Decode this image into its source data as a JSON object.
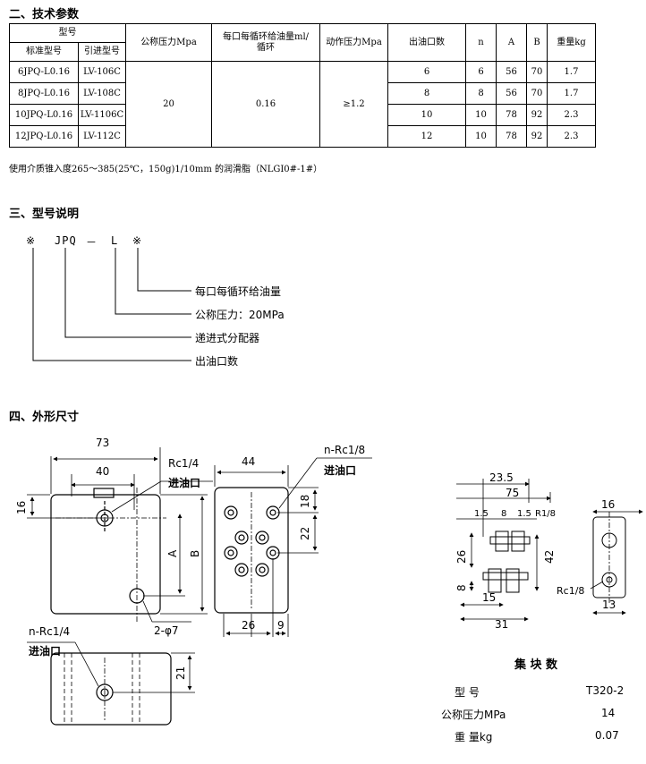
{
  "sections": {
    "tech_params": "二、技术参数",
    "model_desc": "三、型号说明",
    "dimensions": "四、外形尺寸"
  },
  "spec_table": {
    "header_model": "型号",
    "header_std_model": "标准型号",
    "header_ref_model": "引进型号",
    "header_pressure": "公称压力Mpa",
    "header_oil_line1": "每口每循环给油量ml/",
    "header_oil_line2": "循环",
    "header_action_pressure": "动作压力Mpa",
    "header_outlets": "出油口数",
    "header_n": "n",
    "header_a": "A",
    "header_b": "B",
    "header_weight": "重量kg",
    "pressure_value": "20",
    "oil_value": "0.16",
    "action_value": "≥1.2",
    "rows": [
      {
        "std": "6JPQ-L0.16",
        "ref": "LV-106C",
        "outlets": "6",
        "n": "6",
        "a": "56",
        "b": "70",
        "weight": "1.7"
      },
      {
        "std": "8JPQ-L0.16",
        "ref": "LV-108C",
        "outlets": "8",
        "n": "8",
        "a": "56",
        "b": "70",
        "weight": "1.7"
      },
      {
        "std": "10JPQ-L0.16",
        "ref": "LV-1106C",
        "outlets": "10",
        "n": "10",
        "a": "78",
        "b": "92",
        "weight": "2.3"
      },
      {
        "std": "12JPQ-L0.16",
        "ref": "LV-112C",
        "outlets": "12",
        "n": "10",
        "a": "78",
        "b": "92",
        "weight": "2.3"
      }
    ],
    "note": "使用介质锥入度265～385(25℃，150g)1/10mm 的润滑脂（NLGI0#-1#）"
  },
  "model_code": {
    "parts": [
      "※",
      "JPQ",
      "－",
      "L",
      "※"
    ],
    "legend": [
      "每口每循环给油量",
      "公称压力：20MPa",
      "递进式分配器",
      "出油口数"
    ]
  },
  "drawing_labels": {
    "d73": "73",
    "d40": "40",
    "d16": "16",
    "d44": "44",
    "d18": "18",
    "d22": "22",
    "d26": "26",
    "d9": "9",
    "d21": "21",
    "A": "A",
    "B": "B",
    "rc14": "Rc1/4",
    "inlet": "进油口",
    "nrc18": "n-Rc1/8",
    "holes": "2-φ7",
    "nrc14": "n-Rc1/4",
    "d235": "23.5",
    "d75": "75",
    "d15a": "1.5",
    "d8a": "8",
    "d15b": "1.5",
    "r18": "R1/8",
    "d26b": "26",
    "d42": "42",
    "d8b": "8",
    "d15": "15",
    "d31": "31",
    "rc18": "Rc1/8",
    "d16b": "16",
    "d13": "13"
  },
  "block": {
    "title": "集 块 数",
    "rows": [
      {
        "label": "型  号",
        "value": "T320-2"
      },
      {
        "label": "公称压力MPa",
        "value": "14"
      },
      {
        "label": "重 量kg",
        "value": "0.07"
      }
    ]
  }
}
